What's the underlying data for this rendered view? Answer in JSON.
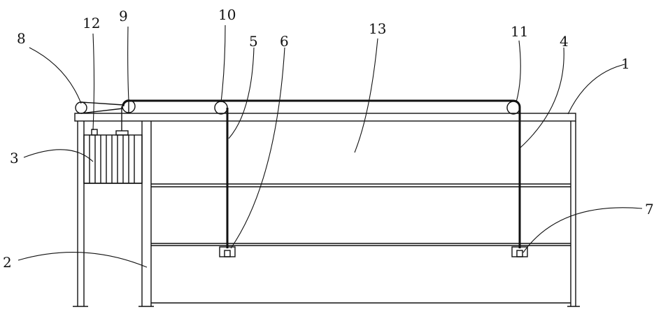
{
  "figure": {
    "labels": [
      {
        "id": "label-1",
        "text": "1"
      },
      {
        "id": "label-2",
        "text": "2"
      },
      {
        "id": "label-3",
        "text": "3"
      },
      {
        "id": "label-4",
        "text": "4"
      },
      {
        "id": "label-5",
        "text": "5"
      },
      {
        "id": "label-6",
        "text": "6"
      },
      {
        "id": "label-7",
        "text": "7"
      },
      {
        "id": "label-8",
        "text": "8"
      },
      {
        "id": "label-9",
        "text": "9"
      },
      {
        "id": "label-10",
        "text": "10"
      },
      {
        "id": "label-11",
        "text": "11"
      },
      {
        "id": "label-12",
        "text": "12"
      },
      {
        "id": "label-13",
        "text": "13"
      }
    ]
  }
}
